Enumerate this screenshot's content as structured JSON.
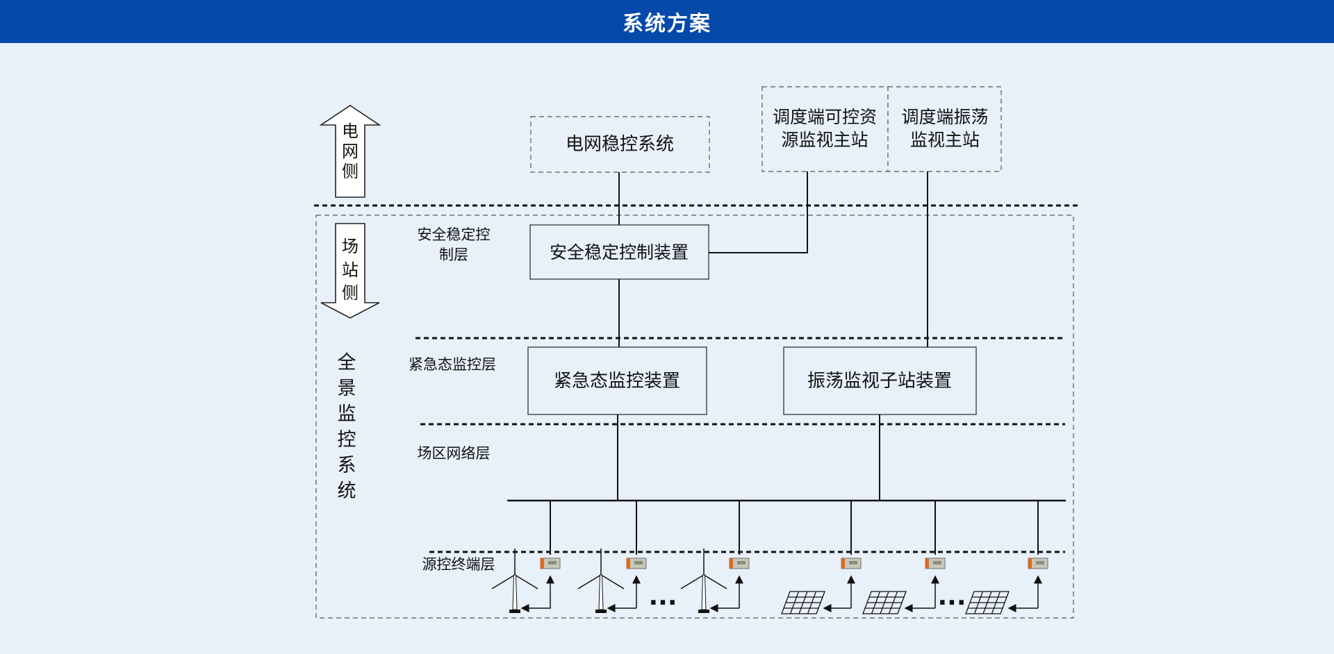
{
  "page": {
    "title": "系统方案",
    "header_color": "#0549a9",
    "background": "#e8f0fa"
  },
  "diagram": {
    "side_labels": {
      "grid_side": [
        "电",
        "网",
        "侧"
      ],
      "station_side": [
        "场",
        "站",
        "侧"
      ],
      "panorama": [
        "全",
        "景",
        "监",
        "控",
        "系",
        "统"
      ]
    },
    "top_boxes": {
      "grid_stability": "电网稳控系统",
      "dispatch_resource": [
        "调度端可控资",
        "源监视主站"
      ],
      "dispatch_oscillation": [
        "调度端振荡",
        "监视主站"
      ]
    },
    "layers": {
      "safety": [
        "安全稳定控",
        "制层"
      ],
      "emergency": "紧急态监控层",
      "network": "场区网络层",
      "terminal": "源控终端层"
    },
    "devices": {
      "safety_device": "安全稳定控制装置",
      "emergency_device": "紧急态监控装置",
      "oscillation_device": "振荡监视子站装置"
    },
    "ellipsis": "···"
  }
}
